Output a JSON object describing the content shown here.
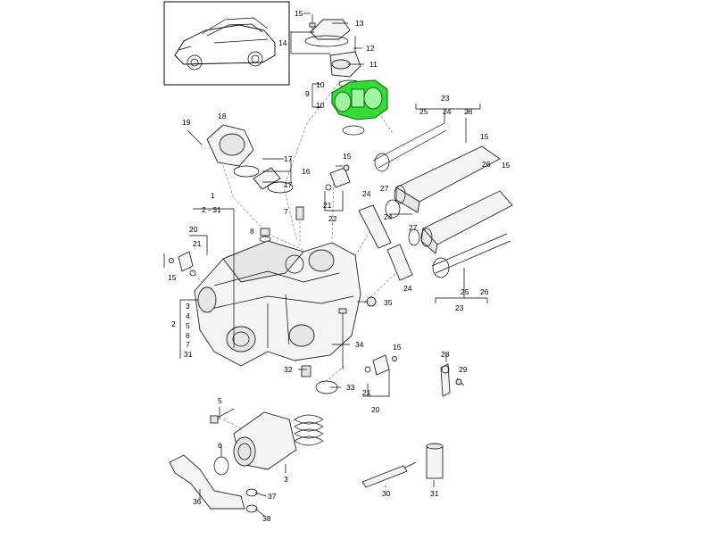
{
  "diagram": {
    "highlight_color": "#33dd33",
    "thumbnail": {
      "subject": "vehicle-thumbnail"
    },
    "callouts": [
      {
        "id": "c15a",
        "text": "15"
      },
      {
        "id": "c13",
        "text": "13"
      },
      {
        "id": "c14",
        "text": "14"
      },
      {
        "id": "c12",
        "text": "12"
      },
      {
        "id": "c11",
        "text": "11"
      },
      {
        "id": "c9",
        "text": "9"
      },
      {
        "id": "c10a",
        "text": "10"
      },
      {
        "id": "c10b",
        "text": "10"
      },
      {
        "id": "c23a",
        "text": "23"
      },
      {
        "id": "c25a",
        "text": "25"
      },
      {
        "id": "c24a",
        "text": "24"
      },
      {
        "id": "c26a",
        "text": "26"
      },
      {
        "id": "c15b",
        "text": "15"
      },
      {
        "id": "c26b",
        "text": "26"
      },
      {
        "id": "c15c",
        "text": "15"
      },
      {
        "id": "c19",
        "text": "19"
      },
      {
        "id": "c18",
        "text": "18"
      },
      {
        "id": "c17a",
        "text": "17"
      },
      {
        "id": "c16",
        "text": "16"
      },
      {
        "id": "c17b",
        "text": "17"
      },
      {
        "id": "c15d",
        "text": "15"
      },
      {
        "id": "c24b",
        "text": "24"
      },
      {
        "id": "c27a",
        "text": "27"
      },
      {
        "id": "c21a",
        "text": "21"
      },
      {
        "id": "c22",
        "text": "22"
      },
      {
        "id": "c1",
        "text": "1"
      },
      {
        "id": "c2_31a",
        "text": "2 - 31"
      },
      {
        "id": "c7a",
        "text": "7"
      },
      {
        "id": "c8",
        "text": "8"
      },
      {
        "id": "c20a",
        "text": "20"
      },
      {
        "id": "c21b",
        "text": "21"
      },
      {
        "id": "c15e",
        "text": "15"
      },
      {
        "id": "c27b",
        "text": "27"
      },
      {
        "id": "c24c",
        "text": "24"
      },
      {
        "id": "c24d",
        "text": "24"
      },
      {
        "id": "c25b",
        "text": "25"
      },
      {
        "id": "c26c",
        "text": "26"
      },
      {
        "id": "c23b",
        "text": "23"
      },
      {
        "id": "c35",
        "text": "35"
      },
      {
        "id": "c3a",
        "text": "3"
      },
      {
        "id": "c4",
        "text": "4"
      },
      {
        "id": "c2",
        "text": "2"
      },
      {
        "id": "c5a",
        "text": "5"
      },
      {
        "id": "c6a",
        "text": "6"
      },
      {
        "id": "c7b",
        "text": "7"
      },
      {
        "id": "c31a",
        "text": "31"
      },
      {
        "id": "c34",
        "text": "34"
      },
      {
        "id": "c15f",
        "text": "15"
      },
      {
        "id": "c28",
        "text": "28"
      },
      {
        "id": "c29",
        "text": "29"
      },
      {
        "id": "c32",
        "text": "32"
      },
      {
        "id": "c33",
        "text": "33"
      },
      {
        "id": "c21c",
        "text": "21"
      },
      {
        "id": "c20b",
        "text": "20"
      },
      {
        "id": "c5b",
        "text": "5"
      },
      {
        "id": "c6b",
        "text": "6"
      },
      {
        "id": "c3b",
        "text": "3"
      },
      {
        "id": "c37",
        "text": "37"
      },
      {
        "id": "c36",
        "text": "36"
      },
      {
        "id": "c38",
        "text": "38"
      },
      {
        "id": "c30",
        "text": "30"
      },
      {
        "id": "c31b",
        "text": "31"
      }
    ]
  }
}
